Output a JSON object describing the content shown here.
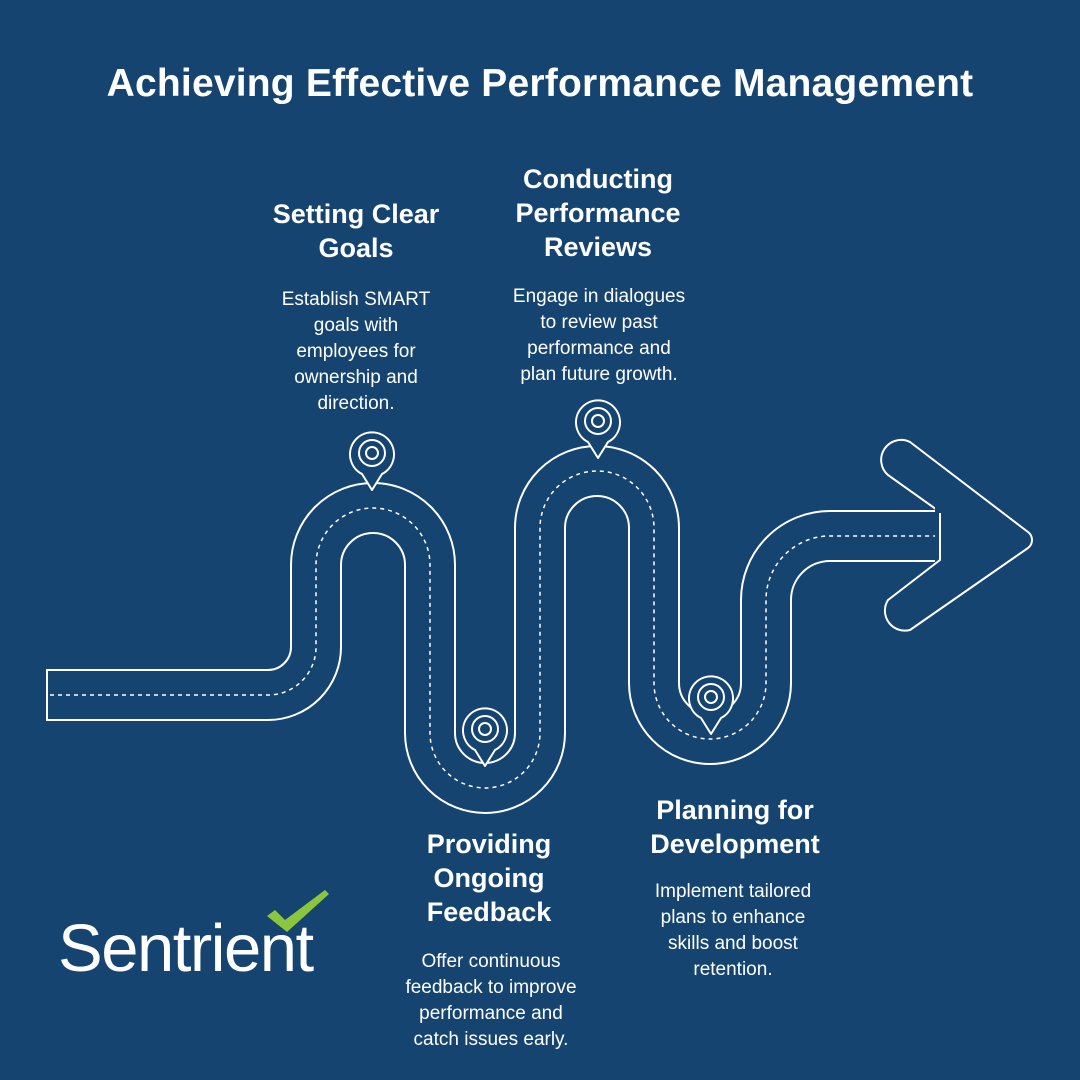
{
  "title": "Achieving Effective Performance Management",
  "steps": [
    {
      "heading": "Setting Clear\nGoals",
      "description": "Establish SMART\ngoals with\nemployees for\nownership and\ndirection."
    },
    {
      "heading": "Providing\nOngoing\nFeedback",
      "description": "Offer continuous\nfeedback to improve\nperformance and\ncatch issues early."
    },
    {
      "heading": "Conducting\nPerformance\nReviews",
      "description": "Engage in dialogues\nto review past\nperformance and\nplan future growth."
    },
    {
      "heading": "Planning for\nDevelopment",
      "description": "Implement tailored\nplans to enhance\nskills and boost\nretention."
    }
  ],
  "brand": {
    "name": "Sentrient",
    "check_color": "#8cc63f"
  },
  "colors": {
    "background": "#164470",
    "line": "#ffffff"
  },
  "icons": [
    "location-pin-icon",
    "arrow-head-icon",
    "checkmark-icon"
  ]
}
